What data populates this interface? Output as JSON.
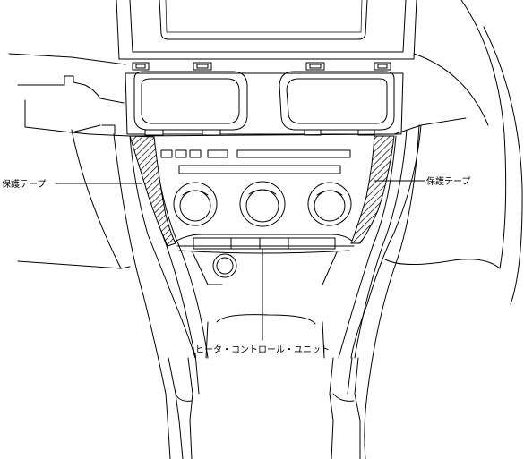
{
  "labels": {
    "left_tape": "保護テープ",
    "right_tape": "保護テープ",
    "heater_unit": "ヒータ・コントロール・ユニット"
  },
  "colors": {
    "line": "#000000",
    "background": "#ffffff"
  }
}
